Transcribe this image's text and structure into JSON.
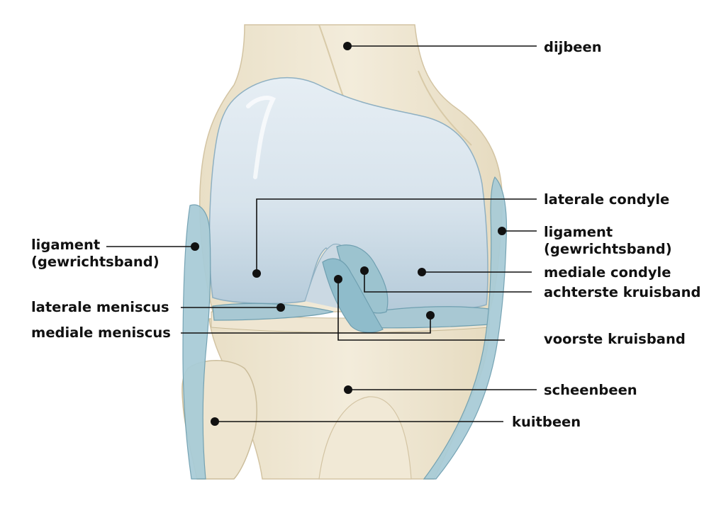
{
  "labels": {
    "dijbeen": "dijbeen",
    "laterale_condyle": "laterale condyle",
    "ligament_right_line1": "ligament",
    "ligament_right_line2": "(gewrichtsband)",
    "mediale_condyle": "mediale condyle",
    "achterste_kruisband": "achterste kruisband",
    "voorste_kruisband": "voorste kruisband",
    "scheenbeen": "scheenbeen",
    "kuitbeen": "kuitbeen",
    "ligament_left_line1": "ligament",
    "ligament_left_line2": "(gewrichtsband)",
    "laterale_meniscus": "laterale meniscus",
    "mediale_meniscus": "mediale meniscus"
  },
  "colors": {
    "bone": "#efe6d2",
    "bone_shadow": "#dccfb2",
    "cartilage_top": "#e3ecf2",
    "cartilage_bottom": "#b9cedc",
    "ligament": "#9cc3cf",
    "ligament_stroke": "#6f9fb0",
    "leader": "#111111"
  }
}
